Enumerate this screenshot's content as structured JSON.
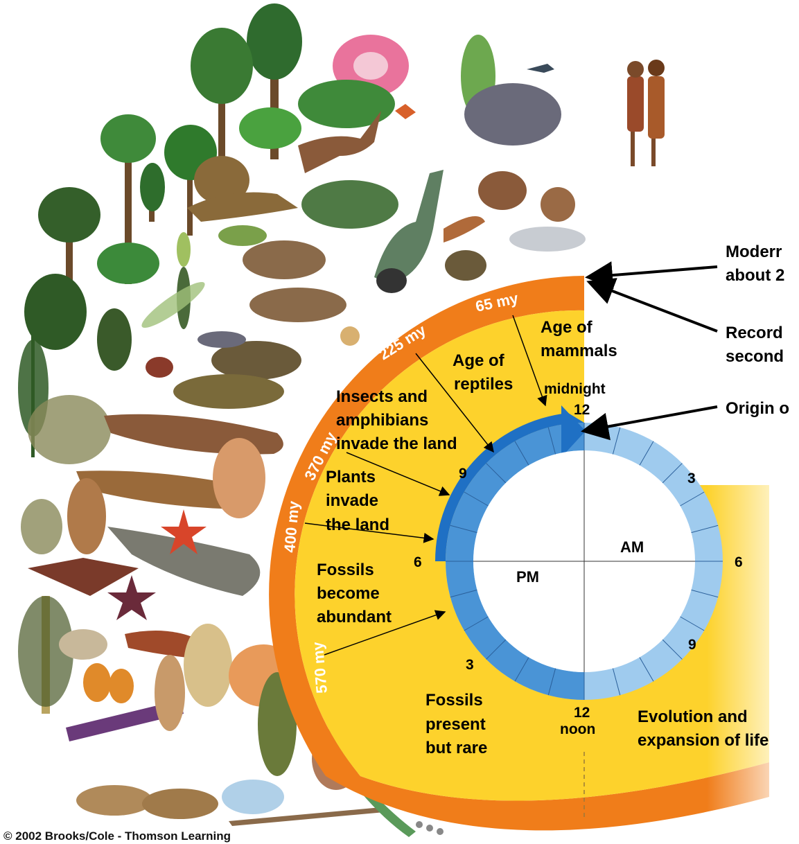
{
  "copyright": "© 2002 Brooks/Cole - Thomson Learning",
  "era_labels": [
    "65 my",
    "225 my",
    "370 my",
    "400 my",
    "570 my"
  ],
  "clock": {
    "numbers": [
      "12",
      "3",
      "6",
      "9",
      "3",
      "6",
      "9"
    ],
    "pm_label": "PM",
    "am_label": "AM",
    "midnight": [
      "midnight",
      "12"
    ],
    "noon": [
      "12",
      "noon"
    ]
  },
  "right_labels": {
    "modern": [
      "Moderr",
      "about 2"
    ],
    "record": [
      "Record",
      "second"
    ],
    "origin": [
      "Origin o"
    ]
  },
  "stage_labels": {
    "mammals": [
      "Age of",
      "mammals"
    ],
    "reptiles": [
      "Age of",
      "reptiles"
    ],
    "insects": [
      "Insects and",
      "amphibians",
      "invade the land"
    ],
    "plants": [
      "Plants",
      "invade",
      "the land"
    ],
    "fossils_abundant": [
      "Fossils",
      "become",
      "abundant"
    ],
    "fossils_rare": [
      "Fossils",
      "present",
      "but rare"
    ],
    "evolution": [
      "Evolution and",
      "expansion of life"
    ]
  },
  "colors": {
    "orange_band": "#f07d1a",
    "yellow_field": "#fdd22c",
    "blue_dark": "#1f70c4",
    "blue_light": "#9fcbee",
    "blue_mid": "#4a94d6"
  },
  "organisms": [
    "trees",
    "ferns",
    "flower",
    "dinosaurs",
    "insects",
    "fish",
    "mammals",
    "humans",
    "trilobite",
    "jellyfish",
    "starfish"
  ]
}
